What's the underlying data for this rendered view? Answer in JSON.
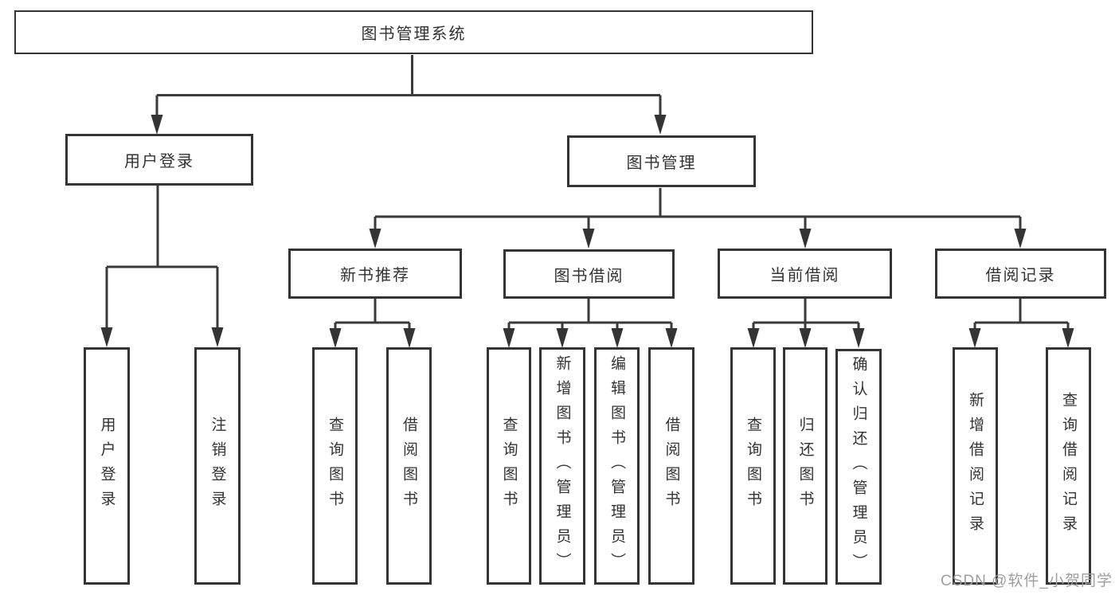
{
  "tree": {
    "label": "图书管理系统",
    "children": [
      {
        "label": "用户登录",
        "children": [
          {
            "label": "用户登录"
          },
          {
            "label": "注销登录"
          }
        ]
      },
      {
        "label": "图书管理",
        "children": [
          {
            "label": "新书推荐",
            "children": [
              {
                "label": "查询图书"
              },
              {
                "label": "借阅图书"
              }
            ]
          },
          {
            "label": "图书借阅",
            "children": [
              {
                "label": "查询图书"
              },
              {
                "label": "新增图书（管理员）"
              },
              {
                "label": "编辑图书（管理员）"
              },
              {
                "label": "借阅图书"
              }
            ]
          },
          {
            "label": "当前借阅",
            "children": [
              {
                "label": "查询图书"
              },
              {
                "label": "归还图书"
              },
              {
                "label": "确认归还（管理员）"
              }
            ]
          },
          {
            "label": "借阅记录",
            "children": [
              {
                "label": "新增借阅记录"
              },
              {
                "label": "查询借阅记录"
              }
            ]
          }
        ]
      }
    ]
  },
  "watermark": {
    "text": "CSDN @软件_小贺同学"
  },
  "colors": {
    "line": "#3a3a3a",
    "box_border": "#343434",
    "text": "#333333",
    "background": "#ffffff",
    "watermark_text": "#9e9e9e"
  }
}
